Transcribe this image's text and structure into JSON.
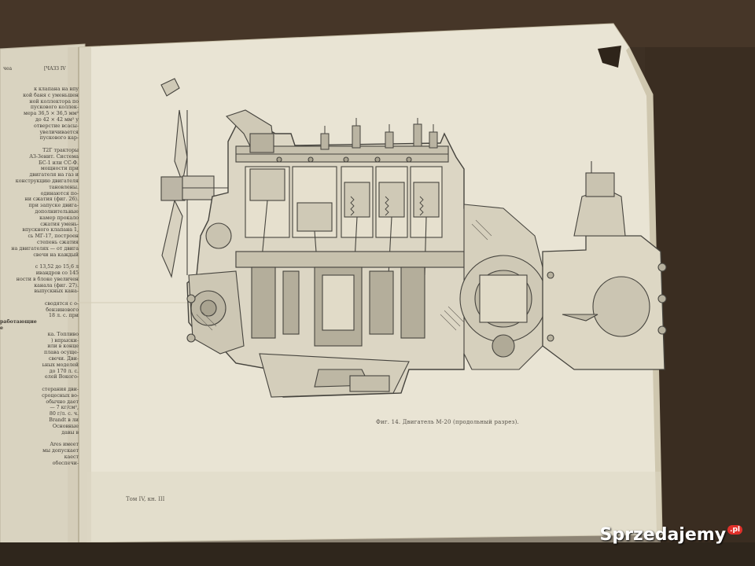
{
  "left_page": {
    "header_left": "чеа",
    "header_right": "[ЧАЗЗ IV",
    "lines": [
      "к клапана на впу",
      "кой баня с уменьшен",
      "ной коллектора по",
      "пускового коллек-",
      "мера 36,5 × 36,5 мм²",
      "до 42 × 42 мм² у",
      "отверстие всасы-",
      "увеличивается",
      "пускового кар-",
      "",
      "Т2Г тракторы",
      "АЗ-Зенит. Система",
      "БС-1 или СС-Ф.",
      "мощности при",
      "двигателя на газ и",
      "конструкцию двигателя",
      "тановлены.",
      "одинаются по-",
      "ни сжатия (фиг. 26).",
      "при запуске двига-",
      "дополнительные",
      "камер прокало",
      "сжатия умень-",
      "впускного клапана 1,",
      "сь МГ-17, построен",
      "степень сжатия",
      "на двигателях — от двига",
      "свечи на каждый",
      "",
      "с 13,52 до 15,6 л",
      "ивандров со 145",
      "ности в блоке увеличен",
      "канала (фиг. 27).",
      "выпускных кана-",
      "",
      "сводятся с о-",
      "бензинового",
      "18 л. с. при"
    ],
    "heading": "работающие",
    "heading2": "е",
    "lines2": [
      "ка. Топливо",
      ") впрыски-",
      "или в конце",
      "плава осуще-",
      "свечи. Дви-",
      "ьных моделей",
      "до 170 л. с.",
      "елей Вокого-",
      "",
      "стерания дви-",
      "сроцесных во-",
      "обычно дает",
      "— 7 кг/см²,",
      "80 г/л. с. ч.",
      "Brandt в ли",
      "Основные",
      "давы в",
      "",
      "Ares имеет",
      "мы допускает",
      "каест",
      "обеспечи-"
    ]
  },
  "figure": {
    "caption": "Фиг. 14. Двигатель М-20 (продольный разрез).",
    "page_footer": "Том IV, кн. III"
  },
  "watermark": {
    "text": "Sprzedajemy",
    "suffix": ".pl"
  }
}
